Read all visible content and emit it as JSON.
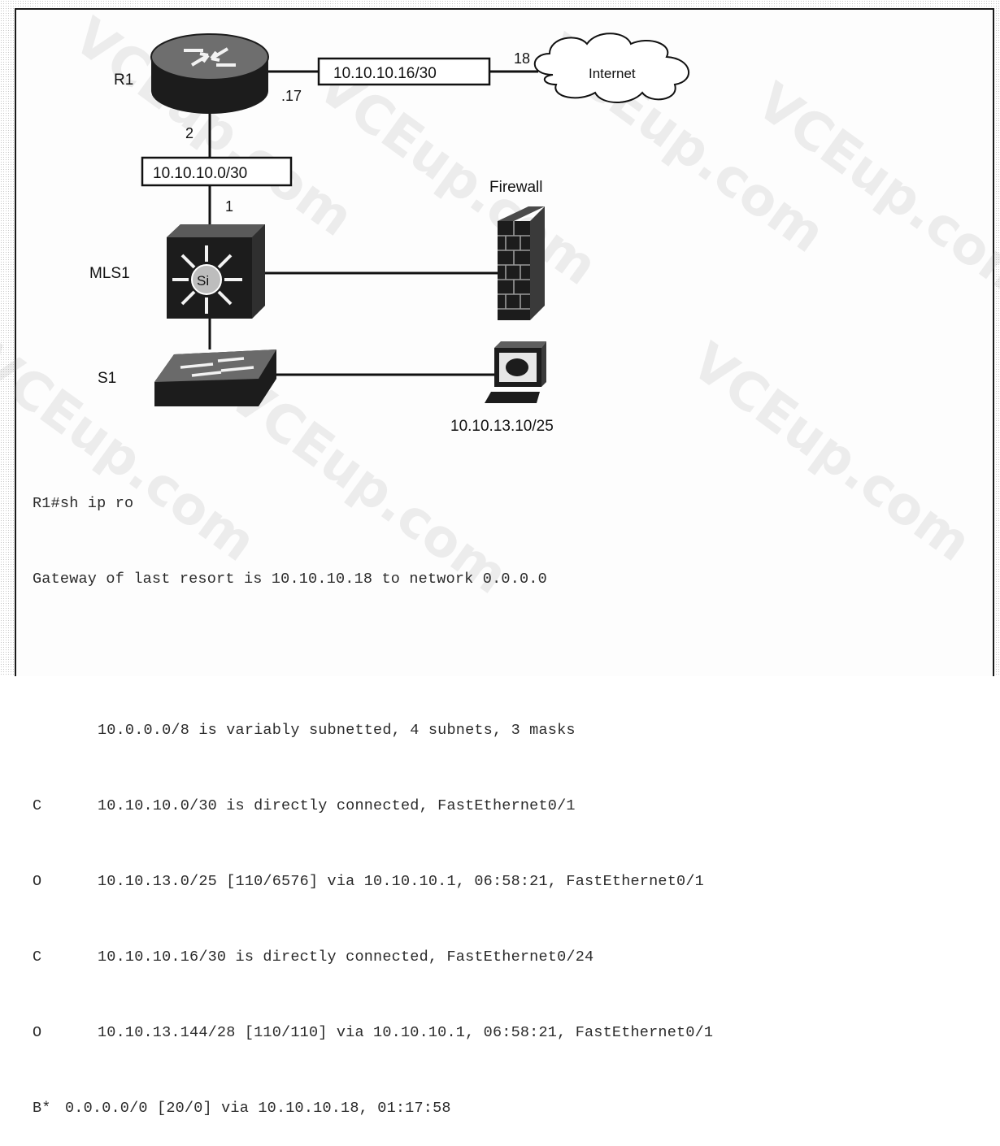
{
  "diagram": {
    "router": {
      "name": "R1",
      "port_up": "2",
      "port_right": ".17"
    },
    "link_top": {
      "subnet": "10.10.10.16/30",
      "port_isp": "18"
    },
    "internet": {
      "label": "Internet"
    },
    "link_left": {
      "subnet": "10.10.10.0/30",
      "port_mls": "1"
    },
    "mls": {
      "name": "MLS1",
      "chip": "Si"
    },
    "firewall": {
      "label": "Firewall"
    },
    "switch": {
      "name": "S1"
    },
    "host": {
      "ip": "10.10.13.10/25"
    }
  },
  "console": {
    "command": "R1#sh ip ro",
    "gateway": "Gateway of last resort is 10.10.10.18 to network 0.0.0.0",
    "summary": "10.0.0.0/8 is variably subnetted, 4 subnets, 3 masks",
    "routes": [
      {
        "code": "C",
        "text": "10.10.10.0/30 is directly connected, FastEthernet0/1"
      },
      {
        "code": "O",
        "text": "10.10.13.0/25 [110/6576] via 10.10.10.1, 06:58:21, FastEthernet0/1"
      },
      {
        "code": "C",
        "text": "10.10.10.16/30 is directly connected, FastEthernet0/24"
      },
      {
        "code": "O",
        "text": "10.10.13.144/28 [110/110] via 10.10.10.1, 06:58:21, FastEthernet0/1"
      }
    ],
    "default_route": {
      "code": "B*",
      "text": "0.0.0.0/0 [20/0] via 10.10.10.18, 01:17:58"
    }
  },
  "watermark": "VCEup.com"
}
